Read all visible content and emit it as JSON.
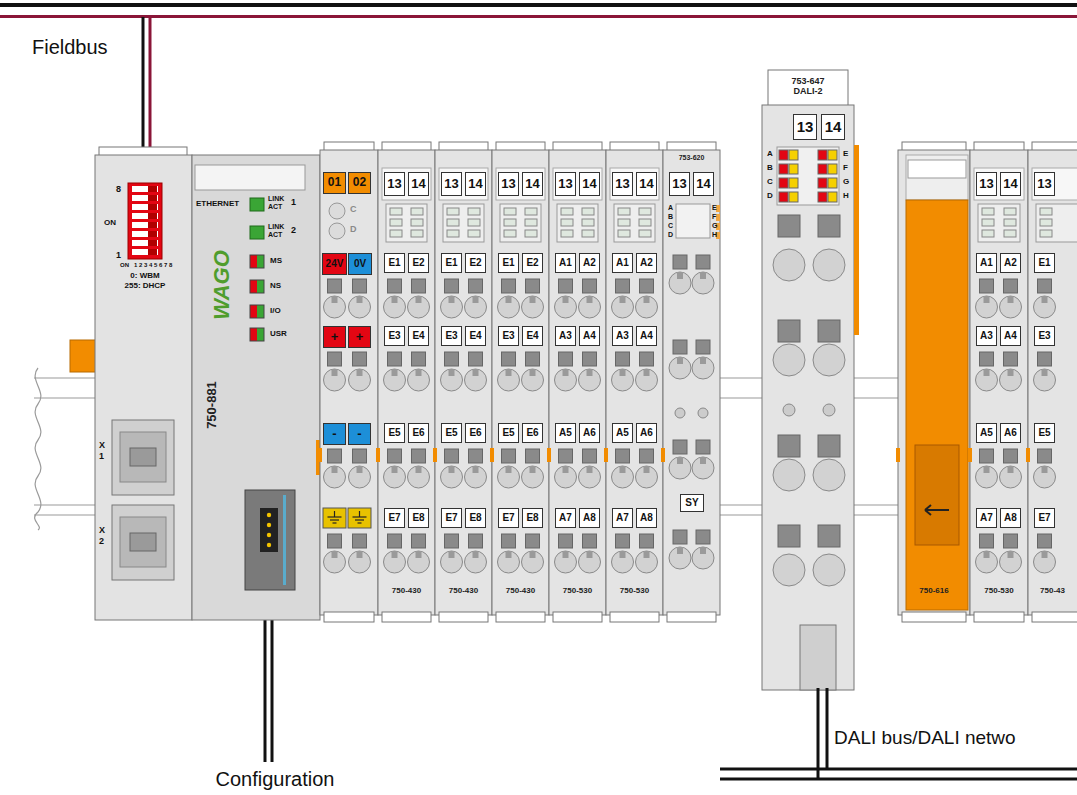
{
  "diagram": {
    "nodes": [
      {
        "text": [
          "750-881"
        ]
      },
      {
        "text": [
          "750-430"
        ]
      },
      {
        "text": [
          "750-430"
        ]
      },
      {
        "text": [
          "750-430"
        ]
      },
      {
        "text": [
          "750-530"
        ]
      },
      {
        "text": [
          "750-530"
        ]
      },
      {
        "text": [
          "753-620"
        ]
      },
      {
        "text": [
          "753-647 DALI-2"
        ]
      },
      {
        "text": [
          "750-616"
        ]
      },
      {
        "text": [
          "750-530"
        ]
      },
      {
        "text": [
          "750-43"
        ]
      }
    ],
    "labels": [
      "Fieldbus",
      "8",
      "ON",
      "1",
      "ON",
      "1 2 3 4 5 6 7 8",
      "0: WBM",
      "255: DHCP",
      "ETHERNET",
      "LINK ACT",
      "1",
      "LINK ACT",
      "2",
      "MS",
      "NS",
      "I/O",
      "USR",
      "WAGO",
      "X 1",
      "X 2",
      "01",
      "02",
      "C",
      "D",
      "24V",
      "0V",
      "+",
      "+",
      "-",
      "-",
      "13",
      "14",
      "E1",
      "E2",
      "E3",
      "E4",
      "E5",
      "E6",
      "E7",
      "E8",
      "13",
      "14",
      "E1",
      "E2",
      "E3",
      "E4",
      "E5",
      "E6",
      "E7",
      "E8",
      "13",
      "14",
      "E1",
      "E2",
      "E3",
      "E4",
      "E5",
      "E6",
      "E7",
      "E8",
      "13",
      "14",
      "A1",
      "A2",
      "A3",
      "A4",
      "A5",
      "A6",
      "A7",
      "A8",
      "13",
      "14",
      "A1",
      "A2",
      "A3",
      "A4",
      "A5",
      "A6",
      "A7",
      "A8",
      "13",
      "14",
      "A",
      "B",
      "C",
      "D",
      "E",
      "F",
      "G",
      "H",
      "SY",
      "13",
      "14",
      "A",
      "B",
      "C",
      "D",
      "E",
      "F",
      "G",
      "H",
      "13",
      "14",
      "A1",
      "A2",
      "A3",
      "A4",
      "A5",
      "A6",
      "A7",
      "A8",
      "13",
      "E1",
      "E3",
      "E5",
      "E7",
      "DALI bus/DALI netwo",
      "Configuration"
    ]
  }
}
